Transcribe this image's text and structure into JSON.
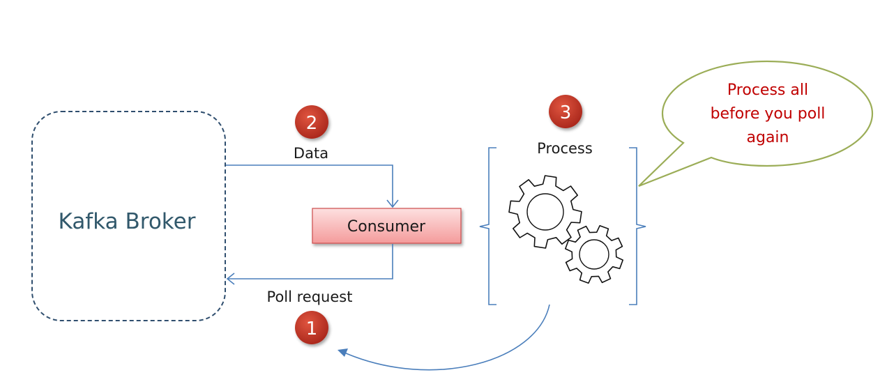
{
  "broker": {
    "label": "Kafka Broker"
  },
  "consumer": {
    "label": "Consumer"
  },
  "data_label": "Data",
  "poll_label": "Poll request",
  "process_label": "Process",
  "steps": {
    "poll": "1",
    "data": "2",
    "process": "3"
  },
  "callout": {
    "lines": [
      "Process all",
      "before you poll",
      "again"
    ]
  },
  "colors": {
    "arrow": "#4a7ebb",
    "broker_border": "#2f4e6e",
    "badge": "#c0392b",
    "callout_border": "#9bad57",
    "callout_text": "#c00000",
    "consumer_fill": "#f7b5b5",
    "consumer_border": "#cc4b4b"
  }
}
